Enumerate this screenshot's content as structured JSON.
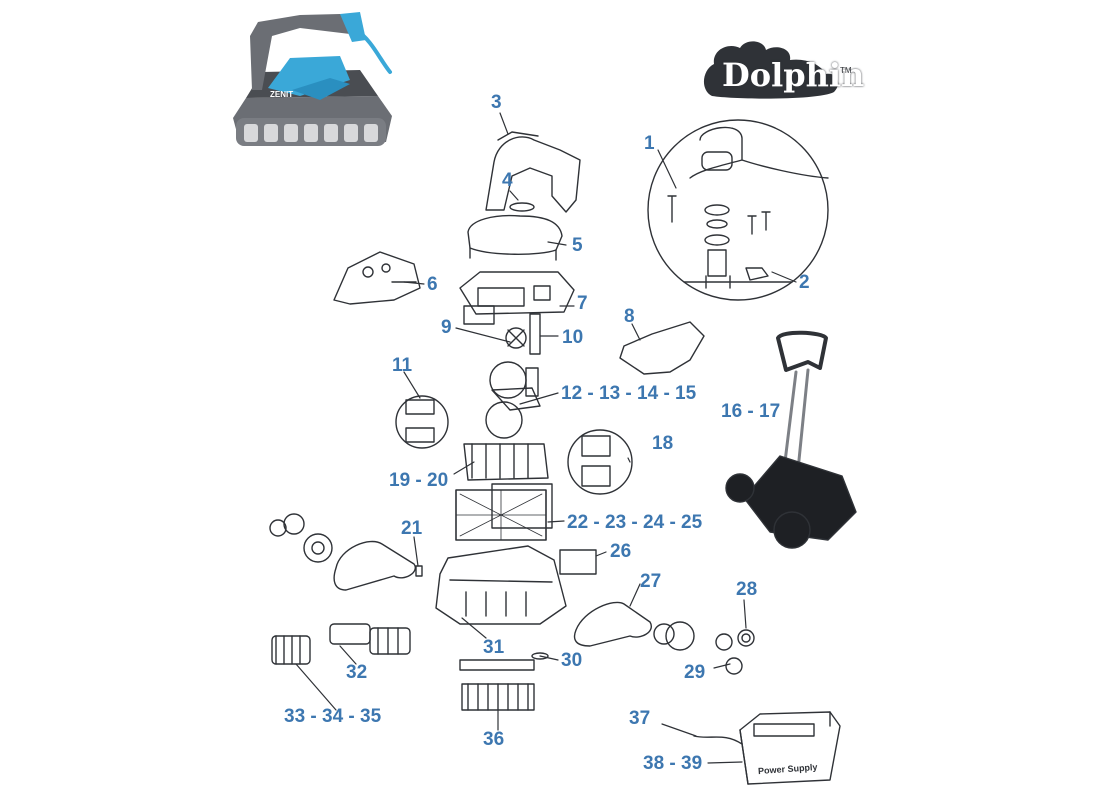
{
  "brand": {
    "logo_text": "Dolphin",
    "trademark": "TM"
  },
  "robot_model_badge": "ZENIT",
  "power_supply_label": "Power Supply",
  "colors": {
    "callout": "#3d77b0",
    "line_art": "#2f3237",
    "robot_body": "#5a5d63",
    "robot_accent": "#3aa8d8",
    "logo_bg": "#2f3237"
  },
  "parts": {
    "p1": "1",
    "p2": "2",
    "p3": "3",
    "p4": "4",
    "p5": "5",
    "p6": "6",
    "p7": "7",
    "p8": "8",
    "p9": "9",
    "p10": "10",
    "p11": "11",
    "p12_15": "12 - 13 - 14 - 15",
    "p16_17": "16 - 17",
    "p18": "18",
    "p19_20": "19 - 20",
    "p21": "21",
    "p22_25": "22 - 23 - 24 - 25",
    "p26": "26",
    "p27": "27",
    "p28": "28",
    "p29": "29",
    "p30": "30",
    "p31": "31",
    "p32": "32",
    "p33_35": "33 - 34 - 35",
    "p36": "36",
    "p37": "37",
    "p38_39": "38 - 39"
  }
}
